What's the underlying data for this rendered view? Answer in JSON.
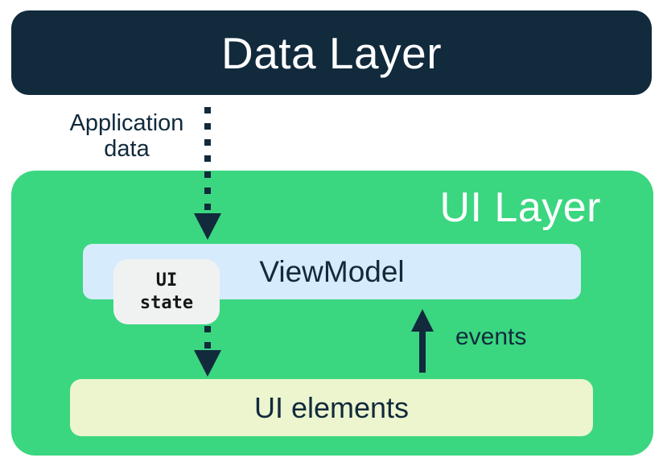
{
  "diagram": {
    "data_layer": {
      "label": "Data Layer"
    },
    "application_data": {
      "line1": "Application",
      "line2": "data"
    },
    "ui_layer": {
      "label": "UI Layer"
    },
    "viewmodel": {
      "label": "ViewModel"
    },
    "ui_state": {
      "line1": "UI",
      "line2": "state"
    },
    "events": {
      "label": "events"
    },
    "ui_elements": {
      "label": "UI elements"
    }
  },
  "colors": {
    "navy": "#112A3C",
    "green": "#3BD680",
    "light_blue": "#D6EBFB",
    "light_yellow": "#ECF5CE",
    "light_gray": "#F0F2F2",
    "ui_state_text": "#161616",
    "white": "#FFFFFF"
  }
}
